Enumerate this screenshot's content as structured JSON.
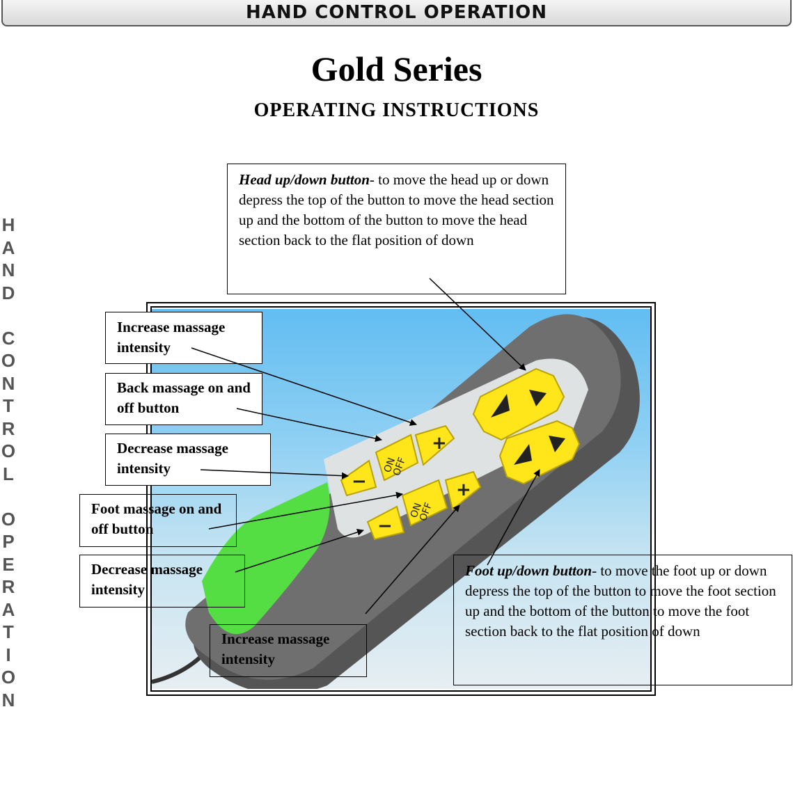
{
  "header": {
    "title": "HAND CONTROL OPERATION"
  },
  "page": {
    "title": "Gold Series",
    "subtitle": "OPERATING INSTRUCTIONS"
  },
  "side_letters": [
    "H",
    "A",
    "N",
    "D",
    " ",
    "C",
    "O",
    "N",
    "T",
    "R",
    "O",
    "L",
    " ",
    "O",
    "P",
    "E",
    "R",
    "A",
    "T",
    "I",
    "O",
    "N"
  ],
  "callouts": {
    "head": {
      "label": "Head up/down button",
      "text": "- to move the head up or down depress the top of the button to move the head section up and the bottom of the button to move the head section back to the flat position of down"
    },
    "back_increase": "Increase massage intensity",
    "back_onoff": "Back massage on and off button",
    "back_decrease": "Decrease massage intensity",
    "foot_onoff": "Foot massage on and off button",
    "foot_decrease": "Decrease massage intensity",
    "foot_increase": "Increase massage intensity",
    "foot": {
      "label": "Foot up/down button",
      "text": "- to move the foot up or down depress the top of the button to move the foot section up and the bottom of the button to move the foot section back to the flat position of down"
    }
  },
  "remote": {
    "on_label": "ON",
    "off_label": "OFF",
    "plus": "+",
    "minus": "−"
  },
  "colors": {
    "button_yellow": "#ffe61a",
    "screen_green": "#55dd44",
    "remote_body": "#6f6f6f"
  }
}
